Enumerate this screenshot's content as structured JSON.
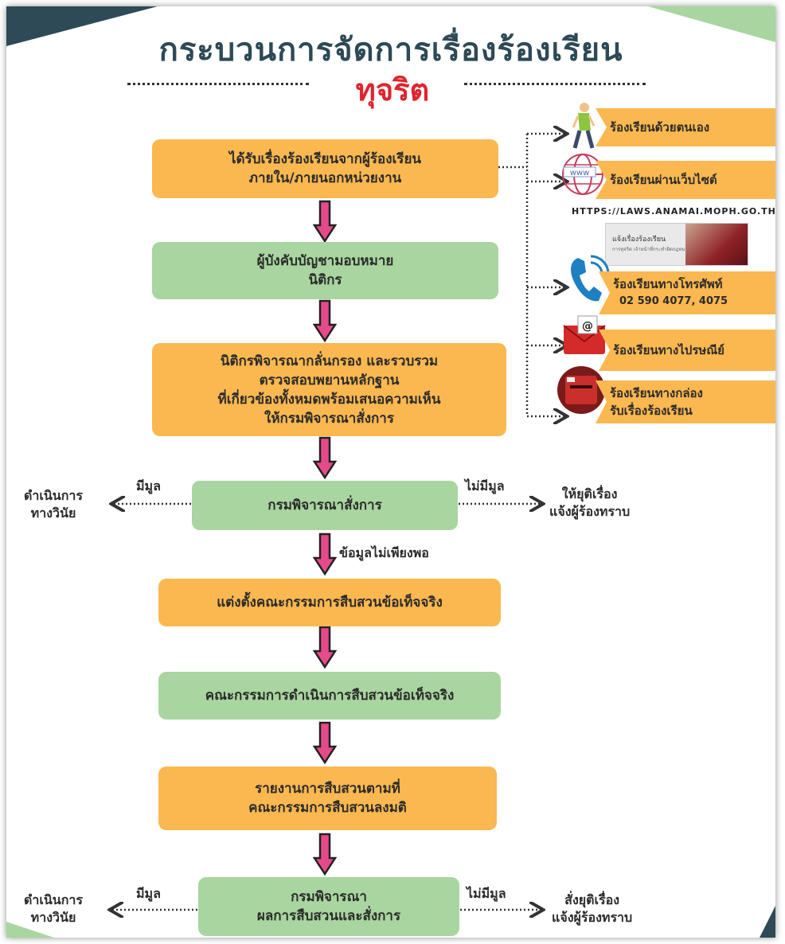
{
  "header": {
    "title": "กระบวนการจัดการเรื่องร้องเรียน",
    "subtitle": "ทุจริต"
  },
  "flow": {
    "step1": {
      "line1": "ได้รับเรื่องร้องเรียนจากผู้ร้องเรียน",
      "line2": "ภายใน/ภายนอกหน่วยงาน"
    },
    "step2": {
      "line1": "ผู้บังคับบัญชามอบหมาย",
      "line2": "นิติกร"
    },
    "step3": {
      "line1": "นิติกรพิจารณากลั่นกรอง และรวบรวม",
      "line2": "ตรวจสอบพยานหลักฐาน",
      "line3": "ที่เกี่ยวข้องทั้งหมดพร้อมเสนอความเห็น",
      "line4": "ให้กรมพิจารณาสั่งการ"
    },
    "step4": {
      "line1": "กรมพิจารณาสั่งการ"
    },
    "step5": {
      "line1": "แต่งตั้งคณะกรรมการสืบสวนข้อเท็จจริง"
    },
    "step6": {
      "line1": "คณะกรรมการดำเนินการสืบสวนข้อเท็จจริง"
    },
    "step7": {
      "line1": "รายงานการสืบสวนตามที่",
      "line2": "คณะกรรมการสืบสวนลงมติ"
    },
    "step8": {
      "line1": "กรมพิจารณา",
      "line2": "ผลการสืบสวนและสั่งการ"
    },
    "insufficient_label": "ข้อมูลไม่เพียงพอ"
  },
  "branch1": {
    "has_basis": "มีมูล",
    "no_basis": "ไม่มีมูล",
    "left_line1": "ดำเนินการ",
    "left_line2": "ทางวินัย",
    "right_line1": "ให้ยุติเรื่อง",
    "right_line2": "แจ้งผู้ร้องทราบ"
  },
  "branch2": {
    "has_basis": "มีมูล",
    "no_basis": "ไม่มีมูล",
    "left_line1": "ดำเนินการ",
    "left_line2": "ทางวินัย",
    "right_line1": "สั่งยุติเรื่อง",
    "right_line2": "แจ้งผู้ร้องทราบ"
  },
  "channels": {
    "self": "ร้องเรียนด้วยตนเอง",
    "website": "ร้องเรียนผ่านเว็บไซต์",
    "website_url": "HTTPS://LAWS.ANAMAI.MOPH.GO.TH/",
    "website_thumb_title": "แจ้งเรื่องร้องเรียน",
    "website_thumb_sub": "การทุจริต เจ้าหน้าที่กระทำผิดกฎหมาย",
    "phone_line1": "ร้องเรียนทางโทรศัพท์",
    "phone_line2": "02 590 4077, 4075",
    "mail": "ร้องเรียนทางไปรษณีย์",
    "box_line1": "ร้องเรียนทางกล่อง",
    "box_line2": "รับเรื่องร้องเรียน",
    "www_text": "www",
    "at_text": "@"
  },
  "colors": {
    "orange": "#fbb850",
    "green": "#a9d5a0",
    "arrow_pink": "#e54a8a",
    "title": "#2d4a56",
    "subtitle": "#e0242e"
  },
  "icons": [
    "person-walking-icon",
    "globe-www-icon",
    "phone-icon",
    "mail-envelope-icon",
    "mailbox-icon"
  ]
}
